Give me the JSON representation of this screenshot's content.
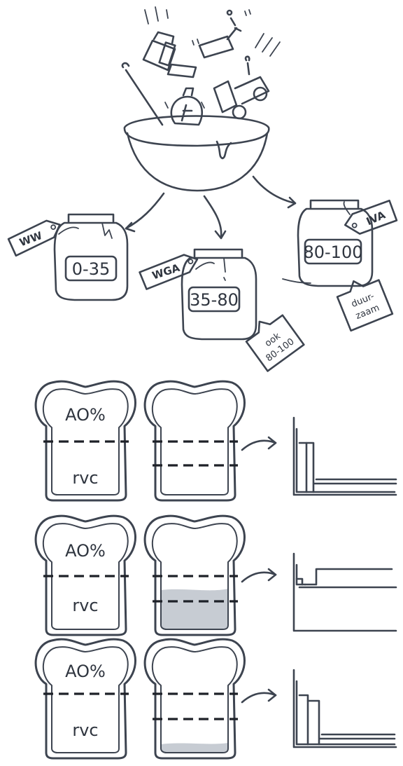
{
  "jars": [
    {
      "tag": "WW",
      "range": "0-35"
    },
    {
      "tag": "WGA",
      "range": "35-80",
      "note": [
        "ook",
        "80-100"
      ]
    },
    {
      "tag": "IVA",
      "range": "80-100",
      "note": [
        "duur-",
        "zaam"
      ]
    }
  ],
  "bread": {
    "top_label": "AO%",
    "bottom_label": "rvc"
  },
  "colors": {
    "ink": "#3d4450",
    "fill": "#c7ccd3"
  }
}
